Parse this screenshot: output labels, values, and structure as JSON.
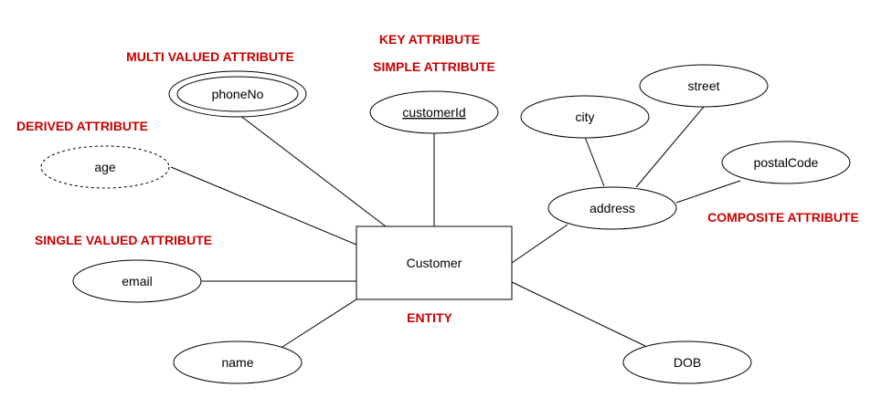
{
  "colors": {
    "annotation": "#cc0000",
    "stroke": "#000000",
    "background": "#ffffff"
  },
  "entity": {
    "label": "Customer"
  },
  "attributes": {
    "phone": "phoneNo",
    "customer_id": "customerId",
    "age": "age",
    "email": "email",
    "name": "name",
    "address": "address",
    "city": "city",
    "street": "street",
    "postal_code": "postalCode",
    "dob": "DOB"
  },
  "annotations": {
    "multi_valued": "MULTI VALUED ATTRIBUTE",
    "key": "KEY ATTRIBUTE",
    "simple": "SIMPLE ATTRIBUTE",
    "derived": "DERIVED ATTRIBUTE",
    "single_valued": "SINGLE VALUED ATTRIBUTE",
    "composite": "COMPOSITE ATTRIBUTE",
    "entity": "ENTITY"
  }
}
